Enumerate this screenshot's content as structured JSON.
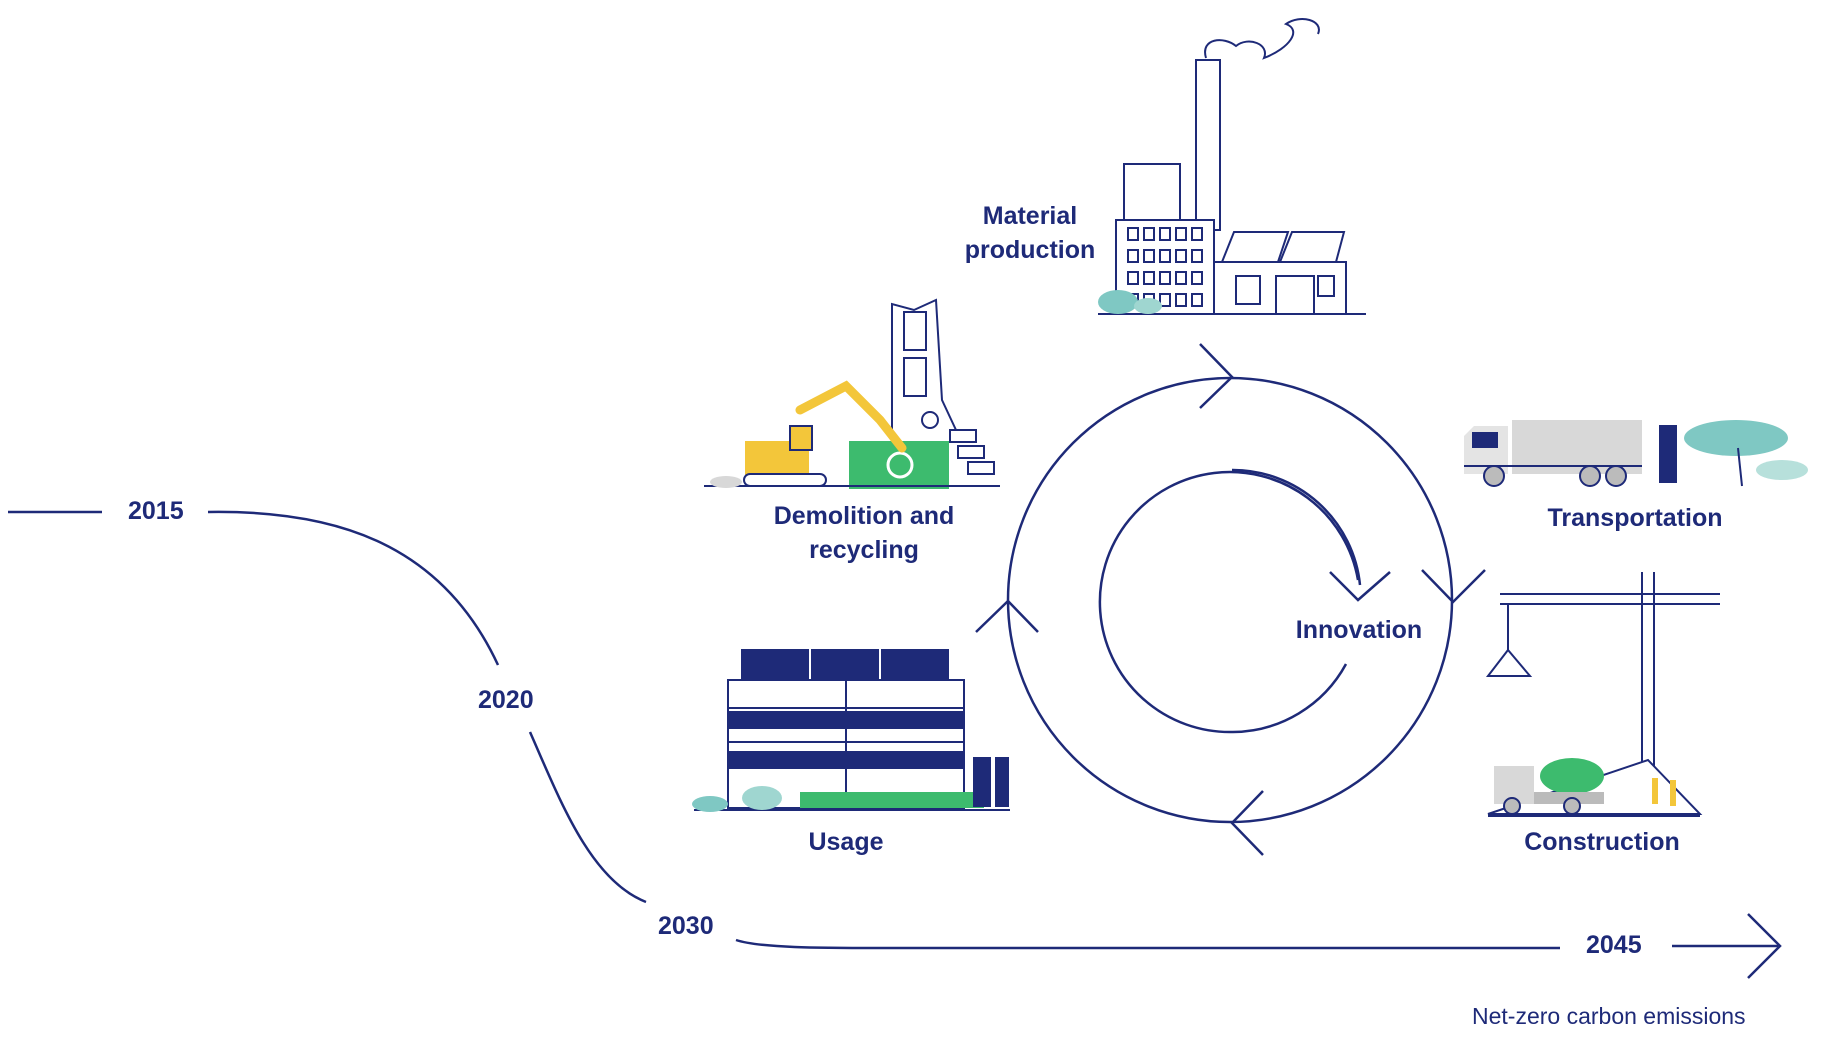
{
  "timeline": {
    "years": [
      "2015",
      "2020",
      "2030",
      "2045"
    ],
    "goal": "Net-zero carbon emissions"
  },
  "cycle": {
    "center": "Innovation",
    "stages": {
      "material": [
        "Material",
        "production"
      ],
      "transport": "Transportation",
      "construction": "Construction",
      "usage": "Usage",
      "demolition": [
        "Demolition and",
        "recycling"
      ]
    }
  },
  "colors": {
    "navy": "#1e2a78",
    "green": "#3dbb6e",
    "teal": "#7fc8c3",
    "yellow": "#f3c63a",
    "grey": "#d8d8d8"
  }
}
